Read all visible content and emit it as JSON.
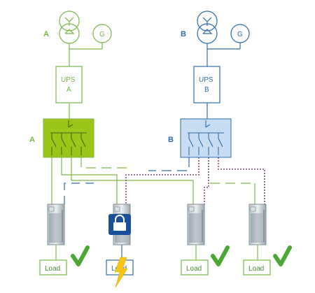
{
  "colors": {
    "green": "#7ab648",
    "green_fill": "#9dc419",
    "blue": "#2e6da8",
    "blue_fill": "#c9ddf2",
    "purple": "#8a4a7c",
    "gray_line": "#8a9ba5",
    "check": "#4aa832",
    "lock_bg": "#1a4f9a",
    "bolt": "#f5c518"
  },
  "side_a": {
    "label": "A",
    "transformer_label": "A",
    "generator": "G",
    "ups_line1": "UPS",
    "ups_line2": "A",
    "switchboard_label": "A"
  },
  "side_b": {
    "label": "B",
    "transformer_label": "B",
    "generator": "G",
    "ups_line1": "UPS",
    "ups_line2": "B",
    "switchboard_label": "B"
  },
  "loads": [
    {
      "label": "Load",
      "status": "ok",
      "icon": "check-icon"
    },
    {
      "label": "Load",
      "status": "fault",
      "icon": "lightning-bolt-icon",
      "badge": "lock-icon"
    },
    {
      "label": "Load",
      "status": "ok",
      "icon": "check-icon"
    },
    {
      "label": "Load",
      "status": "ok",
      "icon": "check-icon"
    }
  ]
}
